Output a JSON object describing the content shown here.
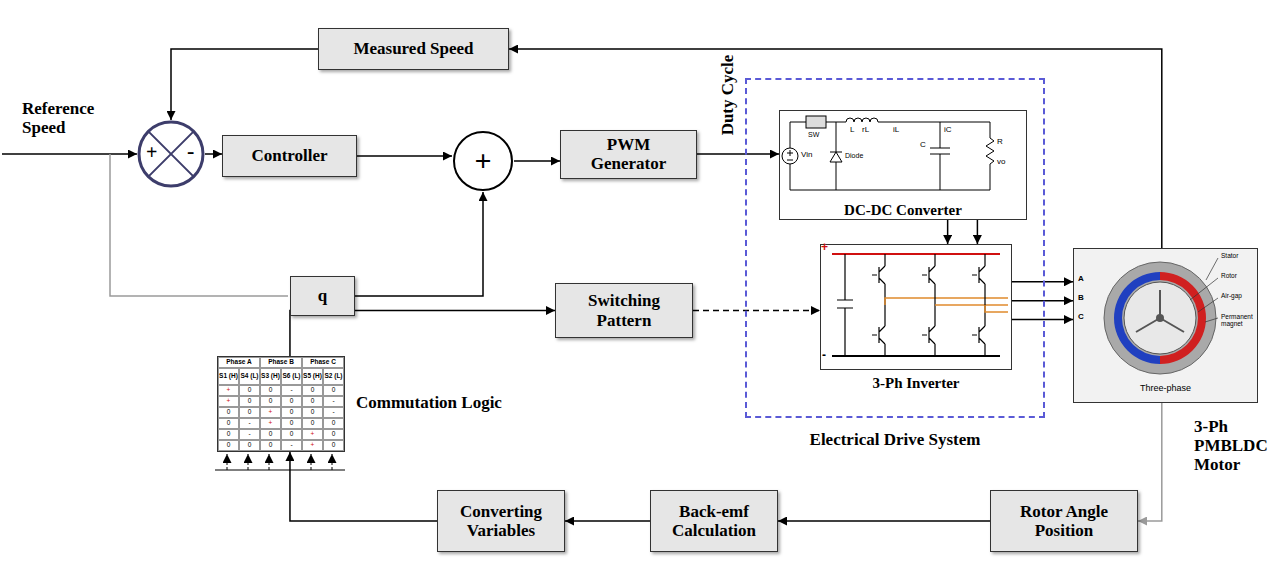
{
  "diagram": {
    "nodes": [
      {
        "text": [
          "Measured Speed"
        ]
      },
      {
        "text": [
          "Controller"
        ]
      },
      {
        "text": [
          "+",
          "-"
        ]
      },
      {
        "text": [
          "+"
        ]
      },
      {
        "text": [
          "PWM Generator"
        ]
      },
      {
        "text": [
          "q"
        ]
      },
      {
        "text": [
          "Electrical Drive System"
        ]
      },
      {
        "text": [
          "DC-DC Converter"
        ],
        "in": 6
      },
      {
        "text": [
          "3-Ph Inverter"
        ],
        "in": 6
      },
      {
        "text": [
          "Three-phase",
          "3-Ph PMBLDC Motor"
        ]
      },
      {
        "text": [
          "Switching Pattern"
        ]
      },
      {
        "text": [
          "Commutation Logic"
        ]
      },
      {
        "text": [
          "Rotor Angle Position"
        ]
      },
      {
        "text": [
          "Back-emf Calculation"
        ]
      },
      {
        "text": [
          "Converting Variables"
        ]
      }
    ],
    "edges": [
      {
        "from": 0,
        "to": 2,
        "arrow": "to"
      },
      {
        "from": 2,
        "to": 1,
        "arrow": "to"
      },
      {
        "from": 1,
        "to": 3,
        "arrow": "to"
      },
      {
        "from": 5,
        "to": 3,
        "arrow": "to"
      },
      {
        "from": 3,
        "to": 4,
        "arrow": "to"
      },
      {
        "from": 4,
        "to": 7,
        "label": "Duty Cycle",
        "arrow": "to"
      },
      {
        "from": 7,
        "to": 8,
        "arrow": "to"
      },
      {
        "from": 7,
        "to": 8,
        "arrow": "to"
      },
      {
        "from": 10,
        "to": 8,
        "arrow": "to"
      },
      {
        "from": 11,
        "to": 10,
        "arrow": "to"
      },
      {
        "from": 8,
        "to": 9,
        "arrow": "to"
      },
      {
        "from": 8,
        "to": 9,
        "arrow": "to"
      },
      {
        "from": 8,
        "to": 9,
        "arrow": "to"
      },
      {
        "from": 9,
        "to": 0,
        "arrow": "to"
      },
      {
        "from": 9,
        "to": 12,
        "arrow": "to"
      },
      {
        "from": 12,
        "to": 13,
        "arrow": "to"
      },
      {
        "from": 13,
        "to": 14,
        "arrow": "to"
      },
      {
        "from": 14,
        "to": 11,
        "arrow": "to"
      }
    ],
    "labels": [
      "Reference Speed",
      "+",
      "-",
      "Vin",
      "SW",
      "L",
      "rL",
      "Diode",
      "iL",
      "iC",
      "C",
      "R",
      "vo",
      "Stator",
      "Rotor",
      "Air-gap",
      "Permanent magnet",
      "A",
      "B",
      "C",
      "Phase A",
      "Phase B",
      "Phase C",
      "S1 (H)",
      "S4 (L)",
      "S3 (H)",
      "S6 (L)",
      "S5 (H)",
      "S2 (L)",
      "+",
      "0",
      "0",
      "-",
      "0",
      "0",
      "+",
      "0",
      "0",
      "0",
      "0",
      "-",
      "0",
      "0",
      "+",
      "0",
      "0",
      "-",
      "0",
      "-",
      "+",
      "0",
      "0",
      "0",
      "0",
      "-",
      "0",
      "0",
      "+",
      "0",
      "0",
      "0",
      "0",
      "-",
      "+",
      "0"
    ]
  }
}
